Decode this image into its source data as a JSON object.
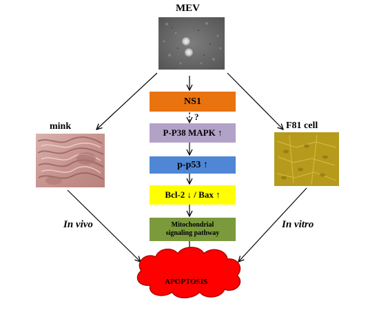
{
  "diagram": {
    "top_label": "MEV",
    "left_label": "mink",
    "right_label": "F81 cell",
    "left_route": "In vivo",
    "right_route": "In vitro",
    "question_mark": "?",
    "end_node": "APOPTOSIS",
    "steps": [
      {
        "label": "NS1",
        "color": "#e8730f",
        "text_color": "#000000"
      },
      {
        "label": "P-P38 MAPK ↑",
        "color": "#b3a2c8",
        "text_color": "#000000"
      },
      {
        "label": "p-p53  ↑",
        "color": "#4f86d6",
        "text_color": "#000000"
      },
      {
        "label": "Bcl-2 ↓ / Bax ↑",
        "color": "#ffff00",
        "text_color": "#000000"
      },
      {
        "label": "Mitochondrial",
        "label2": "signaling pathway",
        "color": "#7a9a3c",
        "text_color": "#000000"
      }
    ],
    "colors": {
      "arrow": "#000000",
      "cloud_fill": "#ff0000",
      "cloud_stroke": "#b00000",
      "cell_bg": "#b59a1c"
    },
    "icons": {
      "micrograph": "electron-micrograph-image",
      "tissue": "mink-intestine-tissue-image",
      "cells": "f81-cell-culture-image"
    }
  }
}
